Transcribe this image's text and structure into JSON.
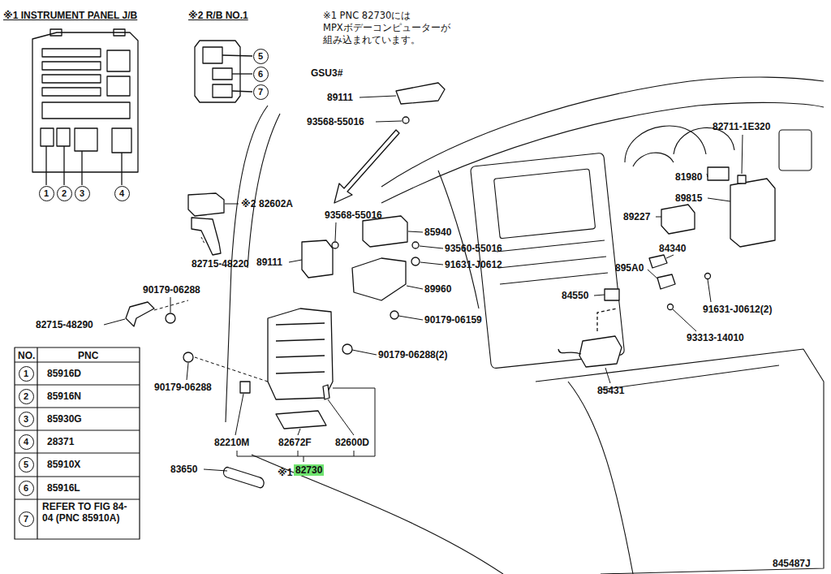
{
  "diagram": {
    "nodes": [
      {
        "text": [
          "1"
        ]
      },
      {
        "text": [
          "2"
        ]
      },
      {
        "text": [
          "3"
        ]
      },
      {
        "text": [
          "4"
        ]
      },
      {
        "text": [
          "5"
        ]
      },
      {
        "text": [
          "6"
        ]
      },
      {
        "text": [
          "7"
        ]
      },
      {
        "text": [
          "1"
        ]
      },
      {
        "text": [
          "2"
        ]
      },
      {
        "text": [
          "3"
        ]
      },
      {
        "text": [
          "4"
        ]
      },
      {
        "text": [
          "5"
        ]
      },
      {
        "text": [
          "6"
        ]
      },
      {
        "text": [
          "7"
        ]
      }
    ],
    "edges": [],
    "labels": [
      "※1 INSTRUMENT PANEL J/B",
      "※2 R/B NO.1",
      "※1 PNC 82730には MPXボデーコンピューターが 組み込まれています。",
      "GSU3#",
      "89111",
      "93568-55016",
      "82711-1E320",
      "81980",
      "89815",
      "※2",
      "82602A",
      "93568-55016",
      "89227",
      "85940",
      "82715-48220",
      "93560-55016",
      "84340",
      "89111",
      "91631-J0612",
      "895A0",
      "90179-06288",
      "89960",
      "84550",
      "91631-J0612(2)",
      "82715-48290",
      "90179-06159",
      "93313-14010",
      "90179-06288(2)",
      "90179-06288",
      "85431",
      "82210M",
      "82672F",
      "82600D",
      "※1",
      "82730",
      "83650",
      "NO.",
      "PNC",
      "85916D",
      "85916N",
      "85930G",
      "28371",
      "85910X",
      "85916L",
      "REFER TO FIG 84-04 (PNC 85910A)",
      "845487J"
    ]
  }
}
